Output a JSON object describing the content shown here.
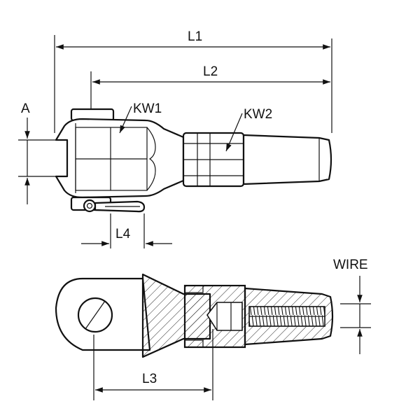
{
  "labels": {
    "l1": "L1",
    "l2": "L2",
    "l3": "L3",
    "l4": "L4",
    "a": "A",
    "kw1": "KW1",
    "kw2": "KW2",
    "wire": "WIRE"
  }
}
